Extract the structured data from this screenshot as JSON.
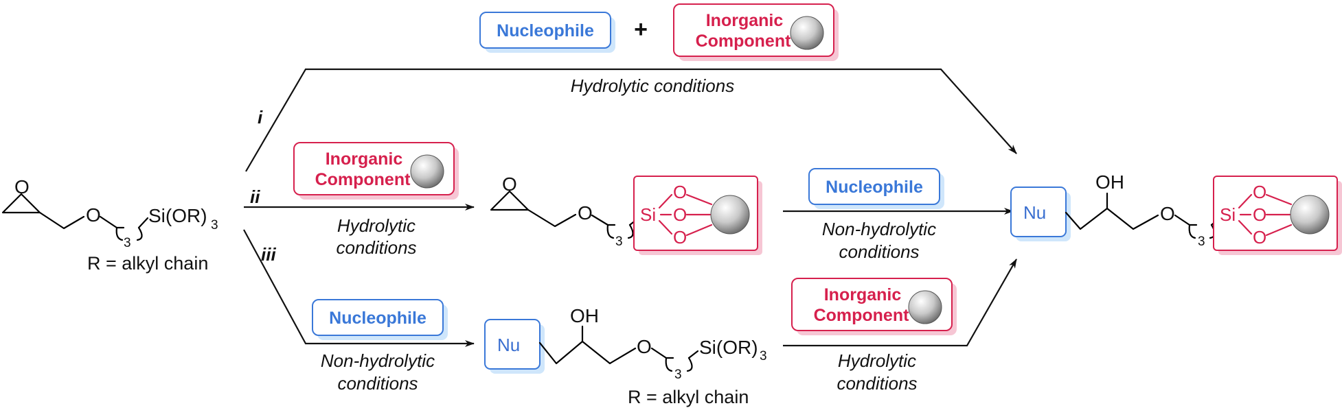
{
  "legend": {
    "nucleophile": "Nucleophile",
    "plus": "+",
    "inorganic_line1": "Inorganic",
    "inorganic_line2": "Component"
  },
  "routes": {
    "i": "i",
    "ii": "ii",
    "iii": "iii"
  },
  "conditions": {
    "route_i": "Hydrolytic conditions",
    "route_ii_line1": "Hydrolytic",
    "route_ii_line2": "conditions",
    "route_ii_b_line1": "Non-hydrolytic",
    "route_ii_b_line2": "conditions",
    "route_iii_line1": "Non-hydrolytic",
    "route_iii_line2": "conditions",
    "route_iii_b_line1": "Hydrolytic",
    "route_iii_b_line2": "conditions"
  },
  "molecules": {
    "oxygen": "O",
    "silane": "Si(OR)",
    "subscript_3": "3",
    "silicon": "Si",
    "hydroxyl": "OH",
    "nu": "Nu",
    "r_definition": "R = alkyl chain"
  },
  "colors": {
    "nucleophile_blue": "#3a78d8",
    "inorganic_red": "#d6204d",
    "blue_shadow": "#cfe6fb",
    "red_shadow": "#f6c6d4"
  },
  "icons": {
    "particle": "sphere-particle-icon"
  }
}
